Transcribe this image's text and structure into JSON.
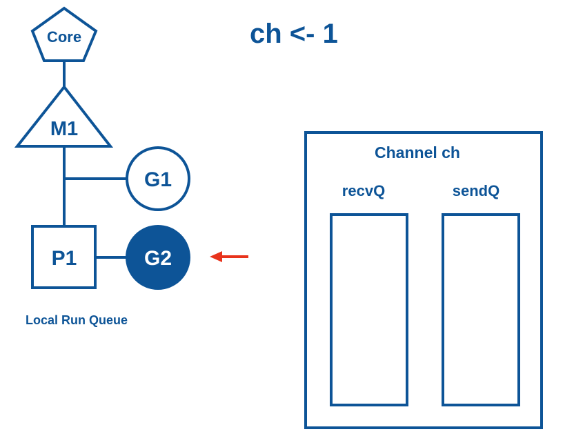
{
  "title": "ch <- 1",
  "nodes": {
    "core": "Core",
    "m1": "M1",
    "g1": "G1",
    "p1": "P1",
    "g2": "G2"
  },
  "local_run_queue_label": "Local Run Queue",
  "channel": {
    "title": "Channel ch",
    "recv_queue_label": "recvQ",
    "send_queue_label": "sendQ"
  },
  "colors": {
    "primary": "#0d5497",
    "pointer_arrow": "#e8331c",
    "background": "#ffffff"
  }
}
